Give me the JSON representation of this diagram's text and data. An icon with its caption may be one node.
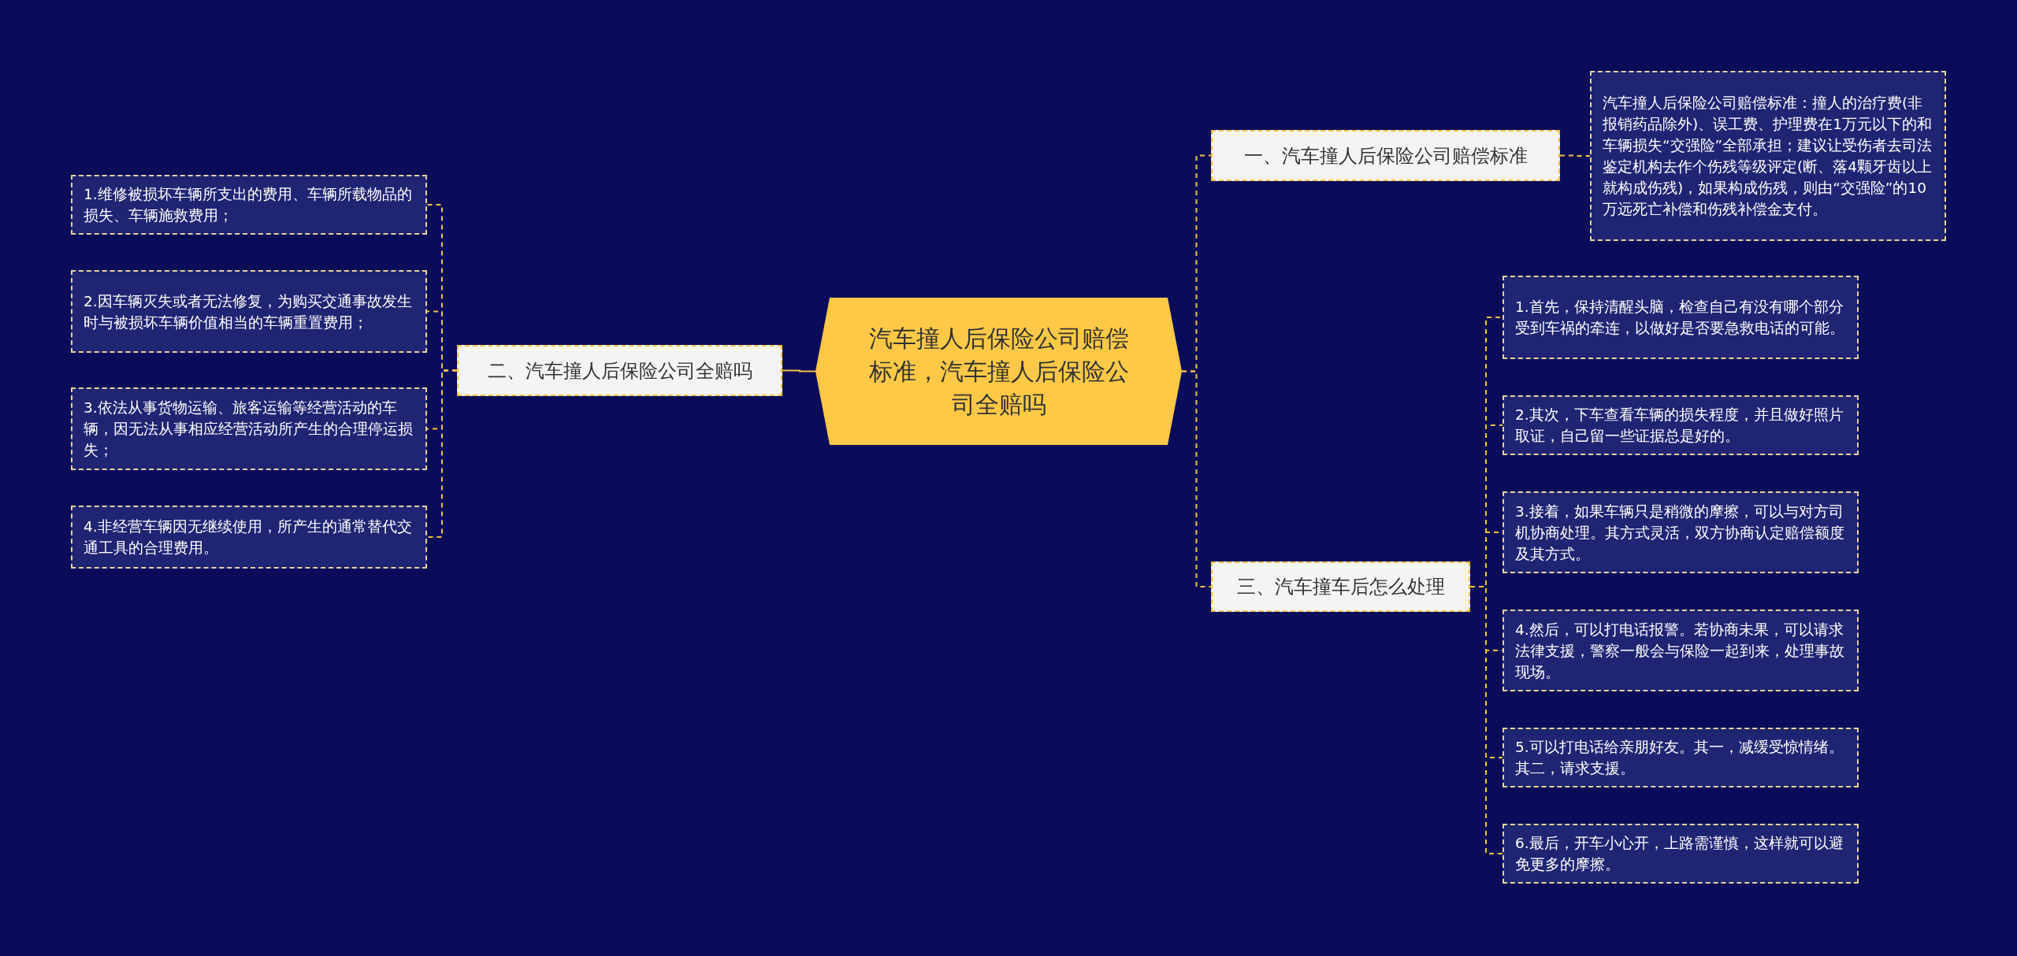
{
  "diagram": {
    "nodes": [
      {
        "text": [
          "汽车撞人后保险公司赔偿标准，汽车撞人后保险公司全赔吗"
        ]
      },
      {
        "text": [
          "一、汽车撞人后保险公司赔偿标准"
        ]
      },
      {
        "text": [
          "汽车撞人后保险公司赔偿标准：撞人的治疗费(非报销药品除外)、误工费、护理费在1万元以下的和车辆损失“交强险”全部承担；建议让受伤者去司法鉴定机构去作个伤残等级评定(断、落4颗牙齿以上就构成伤残)，如果构成伤残，则由“交强险”的10万远死亡补偿和伤残补偿金支付。"
        ]
      },
      {
        "text": [
          "二、汽车撞人后保险公司全赔吗"
        ]
      },
      {
        "text": [
          "1.维修被损坏车辆所支出的费用、车辆所载物品的损失、车辆施救费用；"
        ]
      },
      {
        "text": [
          "2.因车辆灭失或者无法修复，为购买交通事故发生时与被损坏车辆价值相当的车辆重置费用；"
        ]
      },
      {
        "text": [
          "3.依法从事货物运输、旅客运输等经营活动的车辆，因无法从事相应经营活动所产生的合理停运损失；"
        ]
      },
      {
        "text": [
          "4.非经营车辆因无继续使用，所产生的通常替代交通工具的合理费用。"
        ]
      },
      {
        "text": [
          "三、汽车撞车后怎么处理"
        ]
      },
      {
        "text": [
          "1.首先，保持清醒头脑，检查自己有没有哪个部分受到车祸的牵连，以做好是否要急救电话的可能。"
        ]
      },
      {
        "text": [
          "2.其次，下车查看车辆的损失程度，并且做好照片取证，自己留一些证据总是好的。"
        ]
      },
      {
        "text": [
          "3.接着，如果车辆只是稍微的摩擦，可以与对方司机协商处理。其方式灵活，双方协商认定赔偿额度及其方式。"
        ]
      },
      {
        "text": [
          "4.然后，可以打电话报警。若协商未果，可以请求法律支援，警察一般会与保险一起到来，处理事故现场。"
        ]
      },
      {
        "text": [
          "5.可以打电话给亲朋好友。其一，减缓受惊情绪。其二，请求支援。"
        ]
      },
      {
        "text": [
          "6.最后，开车小心开，上路需谨慎，这样就可以避免更多的摩擦。"
        ]
      }
    ],
    "edges": [
      {
        "from": 0,
        "to": 1,
        "arrow": "none",
        "style": "dashed"
      },
      {
        "from": 1,
        "to": 2,
        "arrow": "none",
        "style": "dashed"
      },
      {
        "from": 0,
        "to": 3,
        "arrow": "none"
      },
      {
        "from": 3,
        "to": 4,
        "arrow": "none",
        "style": "dashed"
      },
      {
        "from": 3,
        "to": 5,
        "arrow": "none",
        "style": "dashed"
      },
      {
        "from": 3,
        "to": 6,
        "arrow": "none",
        "style": "dashed"
      },
      {
        "from": 3,
        "to": 7,
        "arrow": "none",
        "style": "dashed"
      },
      {
        "from": 0,
        "to": 8,
        "arrow": "none",
        "style": "dashed"
      },
      {
        "from": 8,
        "to": 9,
        "arrow": "none",
        "style": "dashed"
      },
      {
        "from": 8,
        "to": 10,
        "arrow": "none",
        "style": "dashed"
      },
      {
        "from": 8,
        "to": 11,
        "arrow": "none",
        "style": "dashed"
      },
      {
        "from": 8,
        "to": 12,
        "arrow": "none",
        "style": "dashed"
      },
      {
        "from": 8,
        "to": 13,
        "arrow": "none",
        "style": "dashed"
      },
      {
        "from": 8,
        "to": 14,
        "arrow": "none",
        "style": "dashed"
      }
    ]
  }
}
